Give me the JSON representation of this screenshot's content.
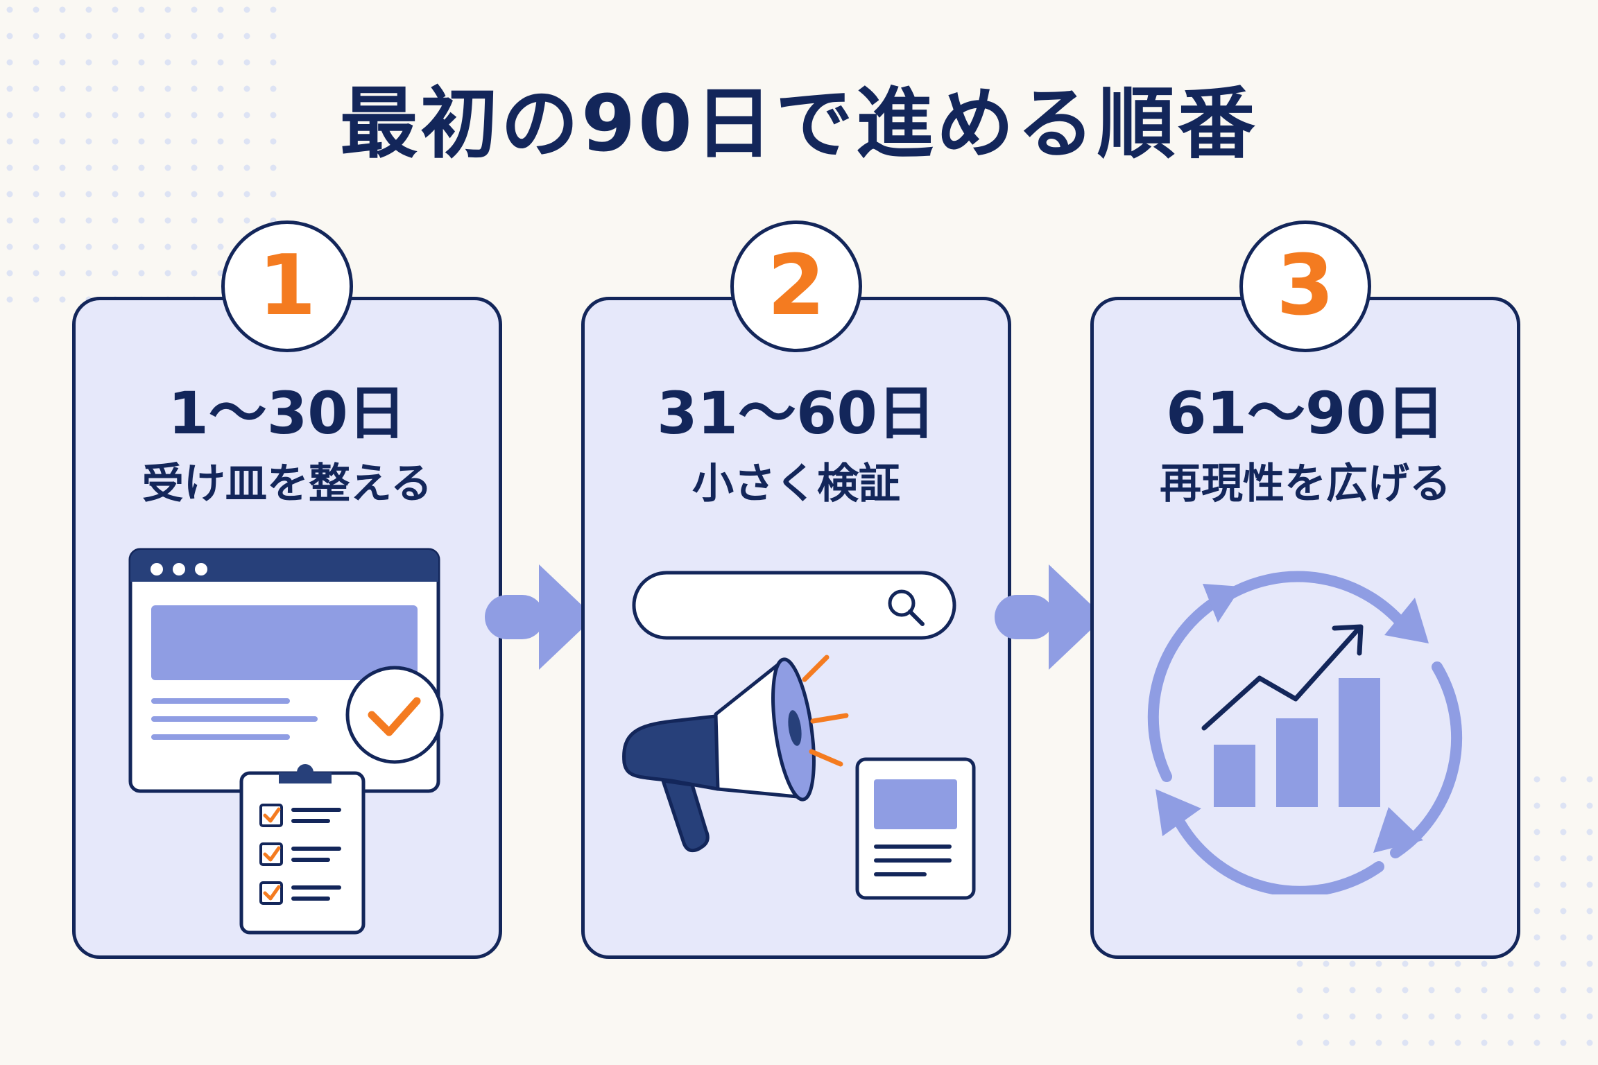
{
  "title": "最初の90日で進める順番",
  "steps": [
    {
      "number": "1",
      "period": "1〜30日",
      "label": "受け皿を整える",
      "icon": "browser-checklist-icon"
    },
    {
      "number": "2",
      "period": "31〜60日",
      "label": "小さく検証",
      "icon": "megaphone-search-icon"
    },
    {
      "number": "3",
      "period": "61〜90日",
      "label": "再現性を広げる",
      "icon": "growth-cycle-icon"
    }
  ],
  "colors": {
    "navy": "#13265a",
    "orange": "#f47b20",
    "card_fill": "#e6e8fa",
    "accent_blue": "#8f9de3",
    "background": "#faf8f3"
  }
}
